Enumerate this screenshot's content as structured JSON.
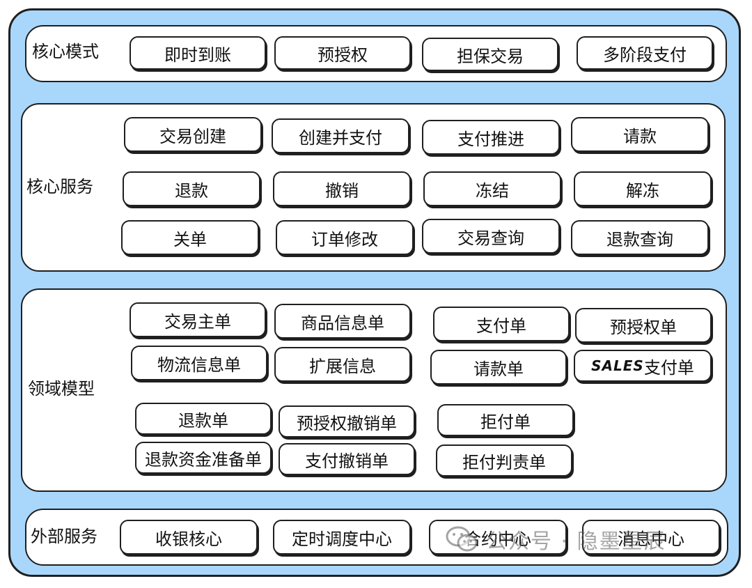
{
  "layers": {
    "core_mode": {
      "label": "核心模式",
      "items": [
        "即时到账",
        "预授权",
        "担保交易",
        "多阶段支付"
      ]
    },
    "core_service": {
      "label": "核心服务",
      "items": [
        "交易创建",
        "创建并支付",
        "支付推进",
        "请款",
        "退款",
        "撤销",
        "冻结",
        "解冻",
        "关单",
        "订单修改",
        "交易查询",
        "退款查询"
      ]
    },
    "domain_model": {
      "label": "领域模型",
      "items": [
        "交易主单",
        "商品信息单",
        "支付单",
        "预授权单",
        "物流信息单",
        "扩展信息",
        "请款单",
        "支付单",
        "退款单",
        "预授权撤销单",
        "拒付单",
        "退款资金准备单",
        "支付撤销单",
        "拒付判责单"
      ],
      "sales_prefix": "SALES"
    },
    "external_service": {
      "label": "外部服务",
      "items": [
        "收银核心",
        "定时调度中心",
        "合约中心",
        "消息中心"
      ]
    }
  },
  "watermark": {
    "text": "公众号 · 隐墨星辰",
    "icon": "wechat-icon"
  },
  "colors": {
    "outer_background": "#a9d7fb",
    "box_fill": "#ffffff",
    "stroke": "#1f1f1f"
  }
}
